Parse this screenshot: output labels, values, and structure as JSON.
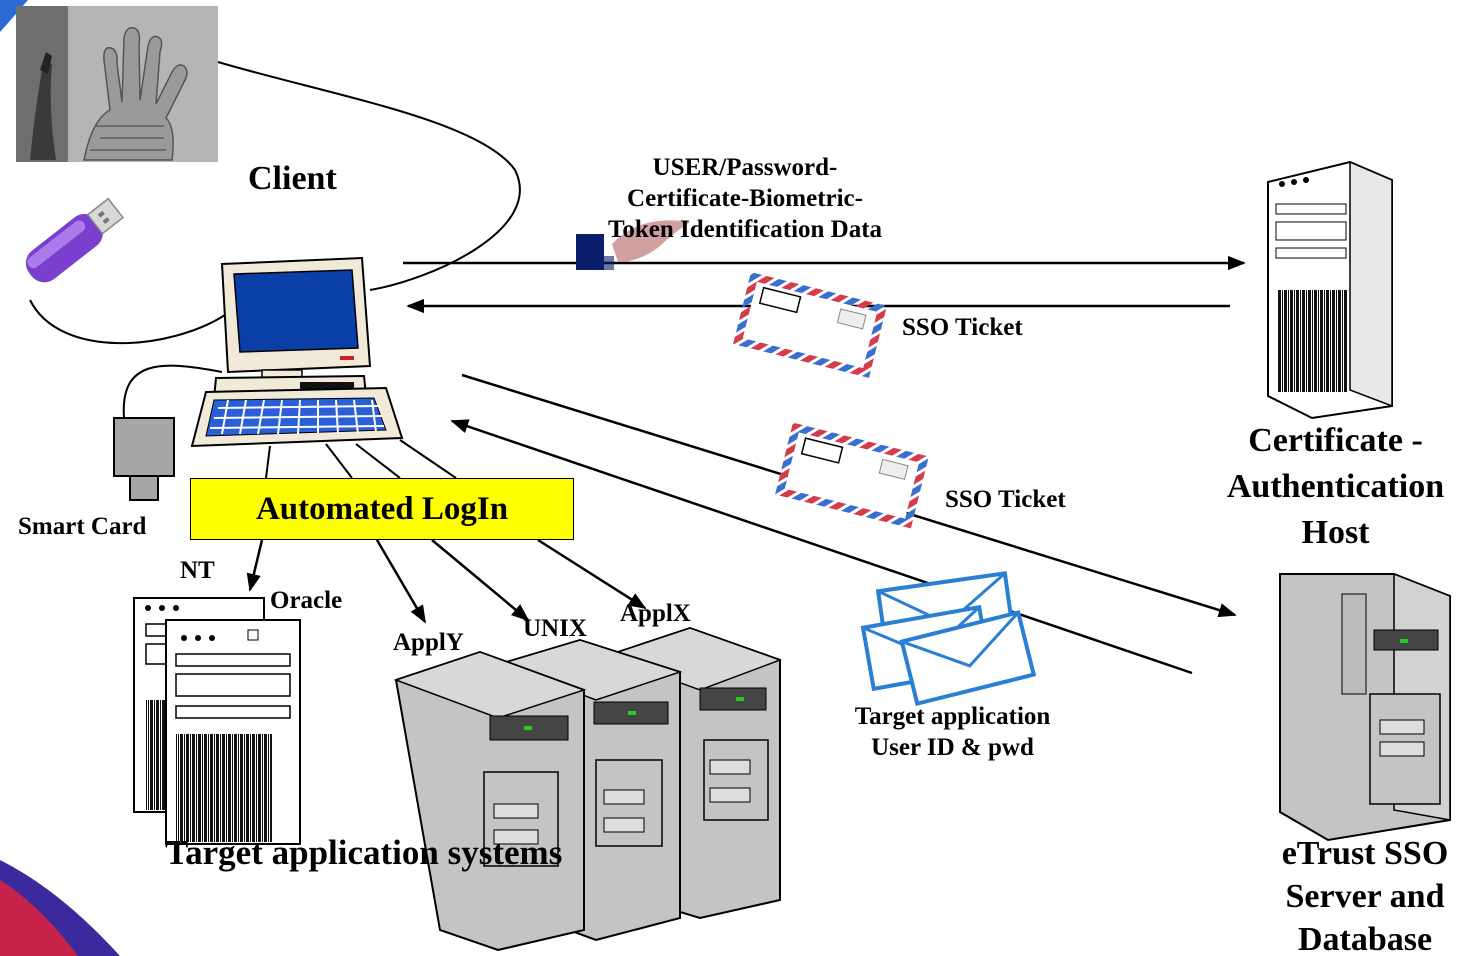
{
  "diagram": {
    "client_label": "Client",
    "identification_data": "USER/Password-Certificate-Biometric-Token Identification Data",
    "sso_ticket_upper": "SSO Ticket",
    "sso_ticket_lower": "SSO Ticket",
    "smart_card": "Smart Card",
    "automated_login": "Automated LogIn",
    "nt": "NT",
    "oracle": "Oracle",
    "unix": "UNIX",
    "applx": "ApplX",
    "apply": "ApplY",
    "target_credentials": "Target application User ID & pwd",
    "cert_host": "Certificate - Authentication Host",
    "etrust_server": "eTrust SSO Server and Database",
    "target_systems": "Target application systems"
  },
  "colors": {
    "automated_login_fill": "#ffff00",
    "monitor_screen": "#0a3fa8",
    "usb_token": "#7a3fcf",
    "server_gray": "#c4c4c4"
  }
}
